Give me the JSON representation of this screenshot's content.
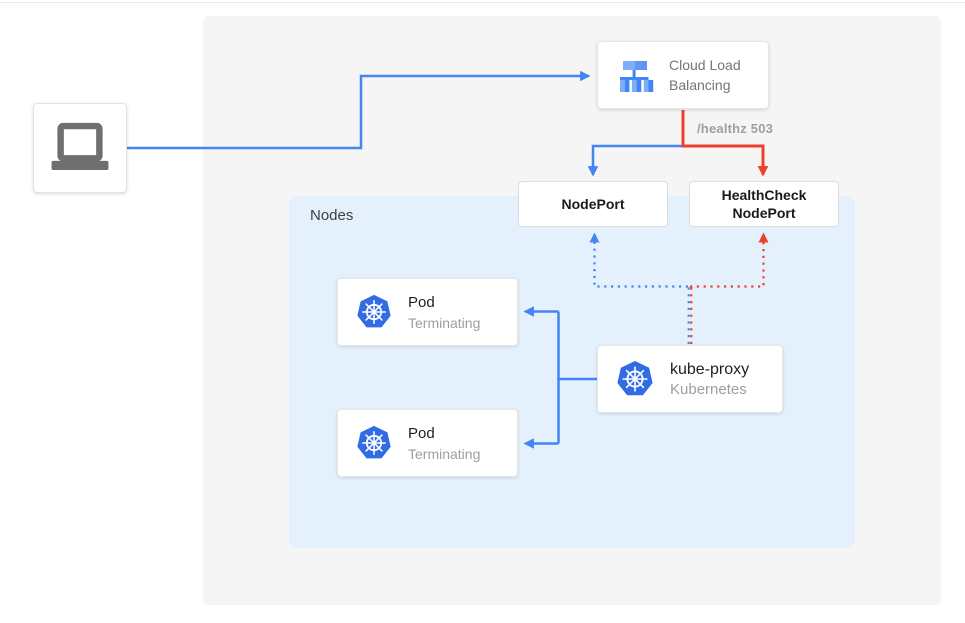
{
  "colors": {
    "blue": "#4285f4",
    "red": "#ee3e2e",
    "panel_bg": "#f5f5f5",
    "nodes_bg": "#e4f1fc",
    "k8s_blue": "#326ce5",
    "gray_text": "#757575",
    "icon_gray": "#6f6f6f"
  },
  "diagram": {
    "nodes_panel": {
      "label": "Nodes"
    },
    "client": {
      "icon": "laptop-icon"
    },
    "cloud_load_balancing": {
      "icon": "cloud-load-balancing-icon",
      "label_line1": "Cloud Load",
      "label_line2": "Balancing"
    },
    "healthz_label": "/healthz 503",
    "nodeport": {
      "label": "NodePort"
    },
    "healthcheck_nodeport": {
      "label_line1": "HealthCheck",
      "label_line2": "NodePort"
    },
    "pod1": {
      "icon": "kubernetes-icon",
      "title": "Pod",
      "subtitle": "Terminating"
    },
    "pod2": {
      "icon": "kubernetes-icon",
      "title": "Pod",
      "subtitle": "Terminating"
    },
    "kube_proxy": {
      "icon": "kubernetes-icon",
      "title": "kube-proxy",
      "subtitle": "Kubernetes"
    }
  }
}
